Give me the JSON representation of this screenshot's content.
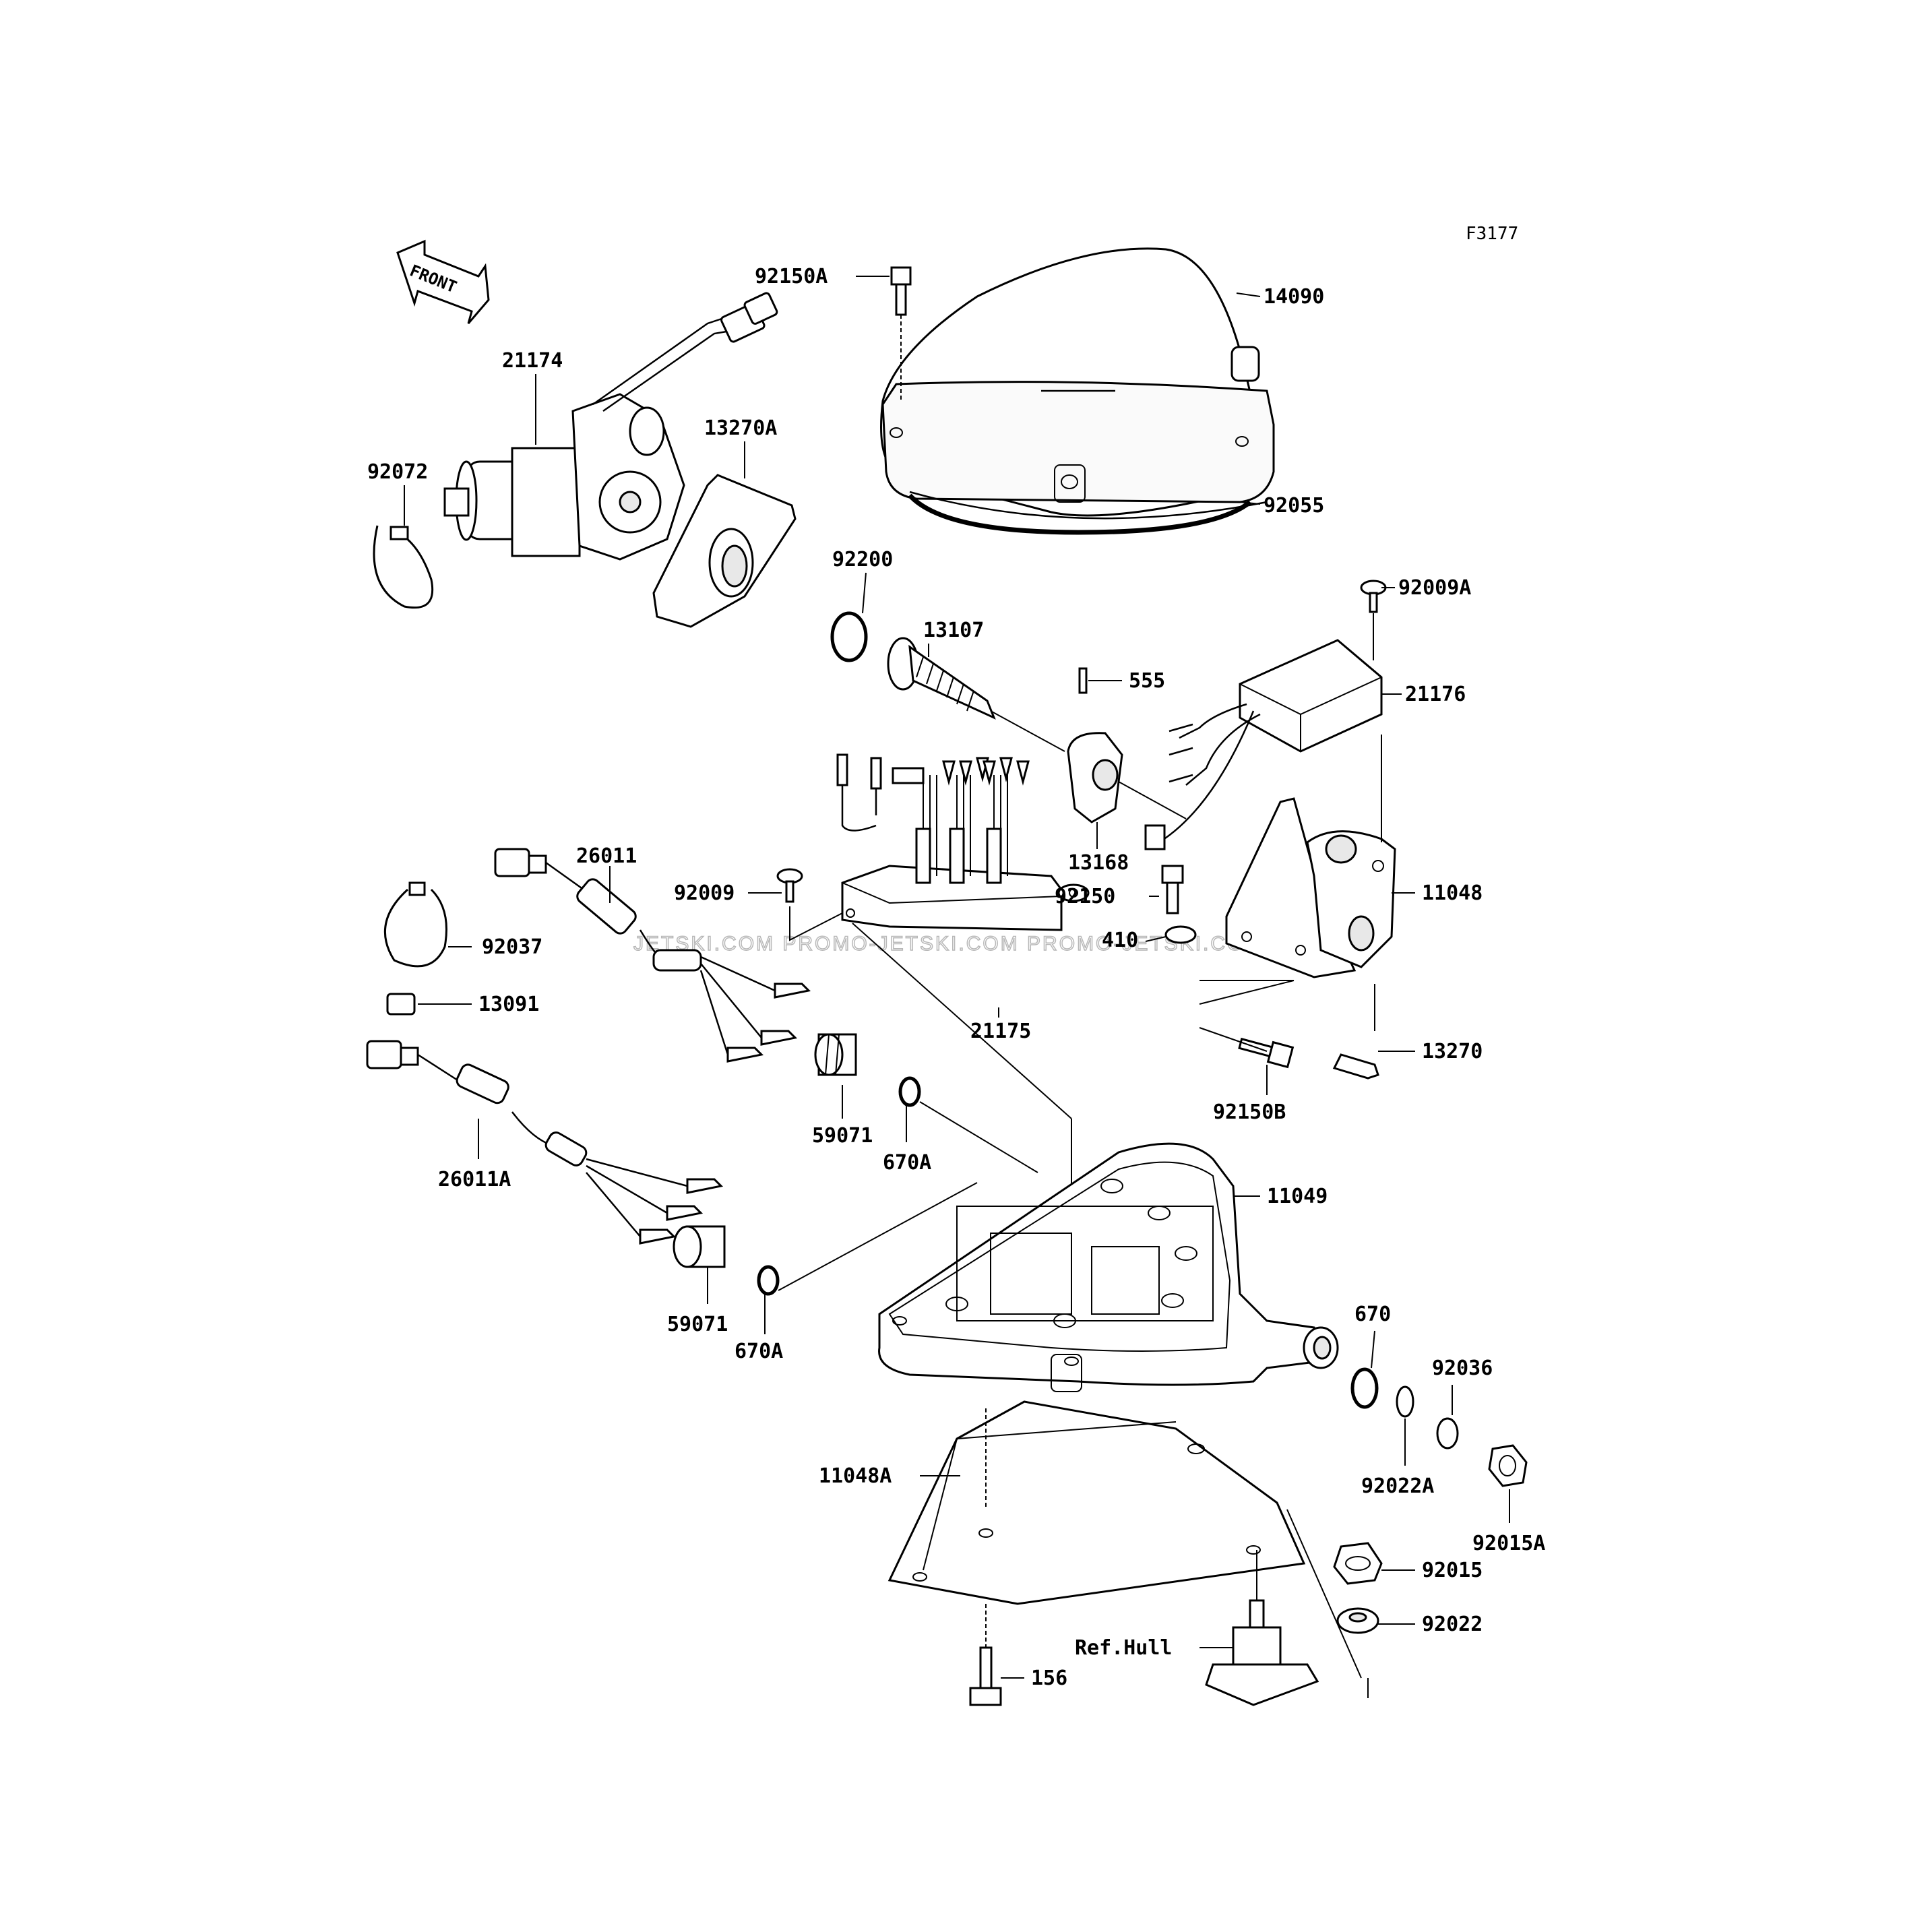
{
  "figure_code": "F3177",
  "front_arrow": "FRONT",
  "watermark": "JETSKI.COM   PROMO-JETSKI.COM   PROMO-JETSKI.COM",
  "labels": {
    "l14090": "14090",
    "l92150A": "92150A",
    "l92055": "92055",
    "l21174": "21174",
    "l92072": "92072",
    "l13270A": "13270A",
    "l92200": "92200",
    "l13107": "13107",
    "l555": "555",
    "l92009A": "92009A",
    "l21176": "21176",
    "l13168": "13168",
    "l92150": "92150",
    "l410": "410",
    "l11048": "11048",
    "l26011": "26011",
    "l92009": "92009",
    "l92037": "92037",
    "l13091": "13091",
    "l21175": "21175",
    "l13270": "13270",
    "l92150B": "92150B",
    "l59071a": "59071",
    "l670Aa": "670A",
    "l26011A": "26011A",
    "l11049": "11049",
    "l59071b": "59071",
    "l670Ab": "670A",
    "l670": "670",
    "l92036": "92036",
    "l92022A": "92022A",
    "l92015A": "92015A",
    "l11048A": "11048A",
    "l92015": "92015",
    "l92022": "92022",
    "lRefHull": "Ref.Hull",
    "l156": "156"
  }
}
